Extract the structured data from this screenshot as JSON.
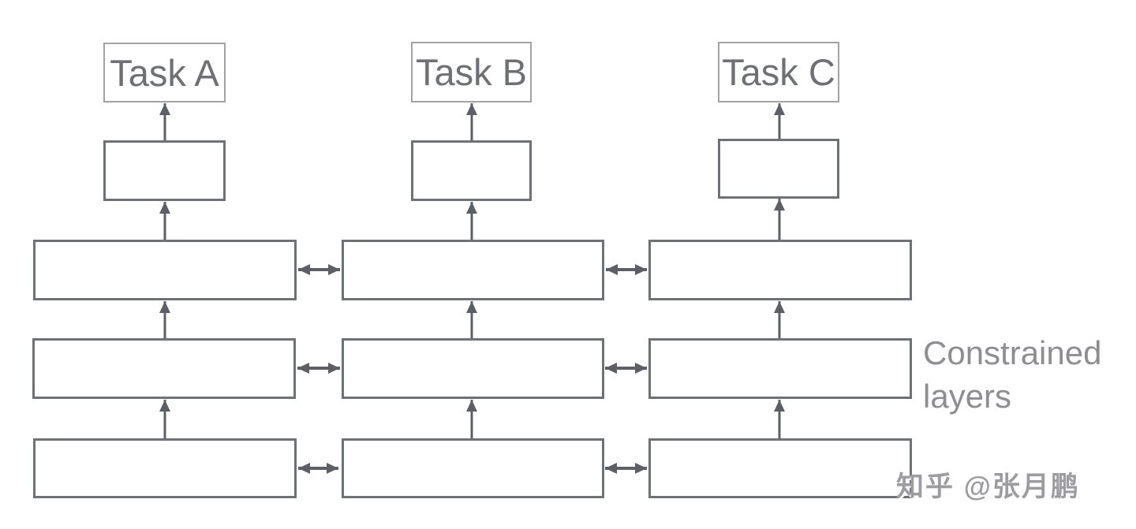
{
  "diagram": {
    "tasks": [
      {
        "label": "Task A"
      },
      {
        "label": "Task B"
      },
      {
        "label": "Task C"
      }
    ],
    "annotation": {
      "text": "Constrained layers"
    },
    "watermark": {
      "text": "知乎 @张月鹏"
    },
    "colors": {
      "background": "#ffffff",
      "box_border": "#6e7176",
      "task_box_border": "#a2a3a7",
      "task_text": "#6e7074",
      "annotation_text": "#8d8d92",
      "arrow": "#5c6066",
      "watermark_text": "#9d9da1"
    }
  }
}
